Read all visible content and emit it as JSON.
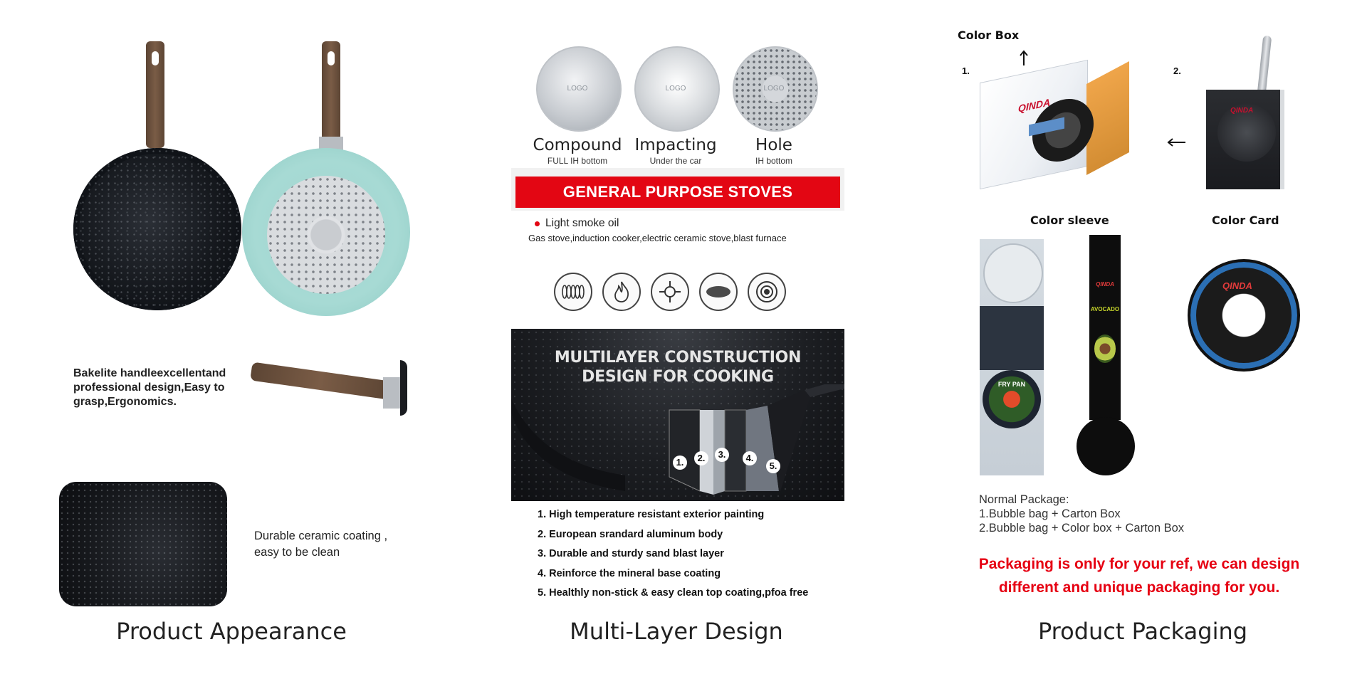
{
  "appearance": {
    "caption": "Product Appearance",
    "handle_text": "Bakelite handleexcellentand professional design,Easy to grasp,Ergonomics.",
    "coating_text": "Durable ceramic coating , easy to be clean"
  },
  "multilayer": {
    "caption": "Multi-Layer Design",
    "bottoms": [
      {
        "logo": "LOGO",
        "title": "Compound",
        "subtitle": "FULL IH bottom"
      },
      {
        "logo": "LOGO",
        "title": "Impacting",
        "subtitle": "Under the car"
      },
      {
        "logo": "LOGO",
        "title": "Hole",
        "subtitle": "IH bottom"
      }
    ],
    "banner": "GENERAL PURPOSE STOVES",
    "oil_label": "Light smoke oil",
    "stove_types": "Gas stove,induction cooker,electric ceramic stove,blast furnace",
    "stove_icons": [
      "coil-stove-icon",
      "flame-icon",
      "gas-burner-icon",
      "hotplate-icon",
      "induction-icon"
    ],
    "construction_title": [
      "MULTILAYER CONSTRUCTION",
      "DESIGN FOR COOKING"
    ],
    "layer_numbers": [
      "1.",
      "2.",
      "3.",
      "4.",
      "5."
    ],
    "features": [
      "1. High temperature resistant exterior painting",
      "2. European srandard aluminum body",
      "3. Durable and sturdy sand blast layer",
      "4. Reinforce the mineral base coating",
      "5. Healthly non-stick & easy clean top coating,pfoa free"
    ]
  },
  "packaging": {
    "caption": "Product Packaging",
    "color_box": "Color Box",
    "step1": "1.",
    "step2": "2.",
    "color_sleeve": "Color sleeve",
    "color_card": "Color Card",
    "normal_package_title": "Normal Package:",
    "normal_package_lines": [
      "1.Bubble bag + Carton Box",
      "2.Bubble bag + Color box + Carton Box"
    ],
    "note_lines": [
      "Packaging is only for your ref, we can design",
      "different and unique packaging for you."
    ],
    "brand": "QINDA",
    "sleeve_labels": [
      "FRY PAN",
      "AVOCADO"
    ]
  }
}
